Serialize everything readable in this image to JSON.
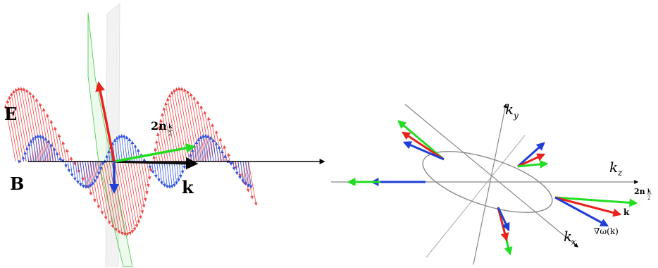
{
  "left_panel": {
    "label_E": "E",
    "label_B": "B",
    "label_k": "k",
    "label_2n_main": "2n",
    "label_2n_sub_num": "k",
    "label_2n_sub_den": "2"
  },
  "right_panel": {
    "label_kx_main": "k",
    "label_kx_sub": "x",
    "label_ky_main": "k",
    "label_ky_sub": "y",
    "label_kz_main": "k",
    "label_kz_sub": "z",
    "label_2n_main": "2n",
    "label_2n_sub_num": "k",
    "label_2n_sub_den": "2",
    "label_k": "k",
    "label_grad": "∇ω(k)"
  },
  "colors": {
    "electric": "#ee4444",
    "magnetic": "#3355dd",
    "red_arrow": "#e8231c",
    "blue_arrow": "#1f3fd6",
    "green_arrow": "#22dd22",
    "plane_green": "#55cc55",
    "plane_gray": "#cccccc",
    "axis": "#000000",
    "ellipse": "#888888"
  }
}
